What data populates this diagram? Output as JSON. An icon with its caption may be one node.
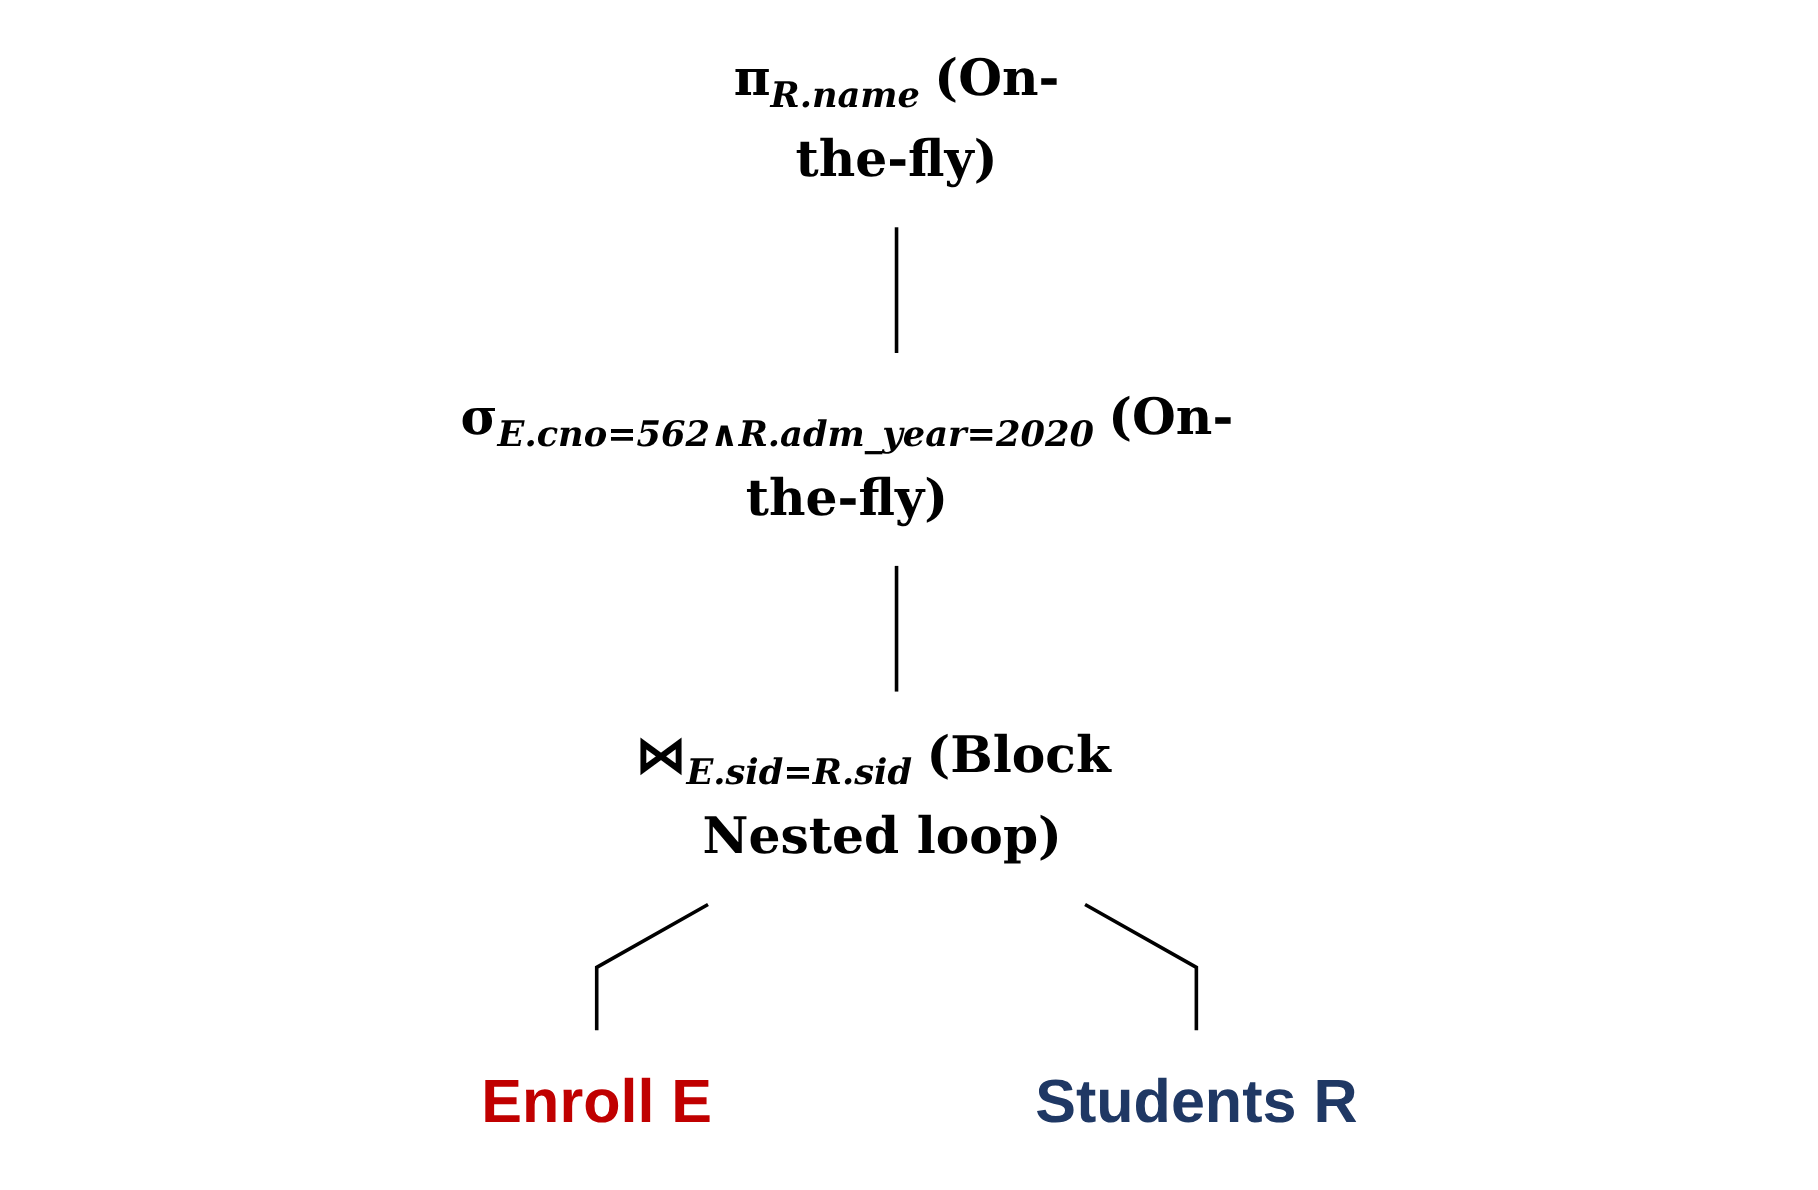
{
  "diagram": {
    "nodes": [
      {
        "text": [
          "π$_{R.name}$"
        ],
        "beside": [
          "(On-the-fly)"
        ]
      },
      {
        "text": [
          "σ$_{E.cno=562∧R.adm_year=2020}$"
        ],
        "beside": [
          "(On-the-fly)"
        ]
      },
      {
        "text": [
          "⋈$_{E.sid=R.sid}$"
        ],
        "beside": [
          "(Block Nested loop)"
        ]
      },
      {
        "text": [
          "Enroll E"
        ]
      },
      {
        "text": [
          "Students R"
        ]
      }
    ],
    "edges": [
      {
        "from": 0,
        "to": 1,
        "arrow": "none"
      },
      {
        "from": 1,
        "to": 2,
        "arrow": "none"
      },
      {
        "from": 2,
        "to": 3,
        "arrow": "none"
      },
      {
        "from": 2,
        "to": 4,
        "arrow": "none"
      }
    ]
  }
}
